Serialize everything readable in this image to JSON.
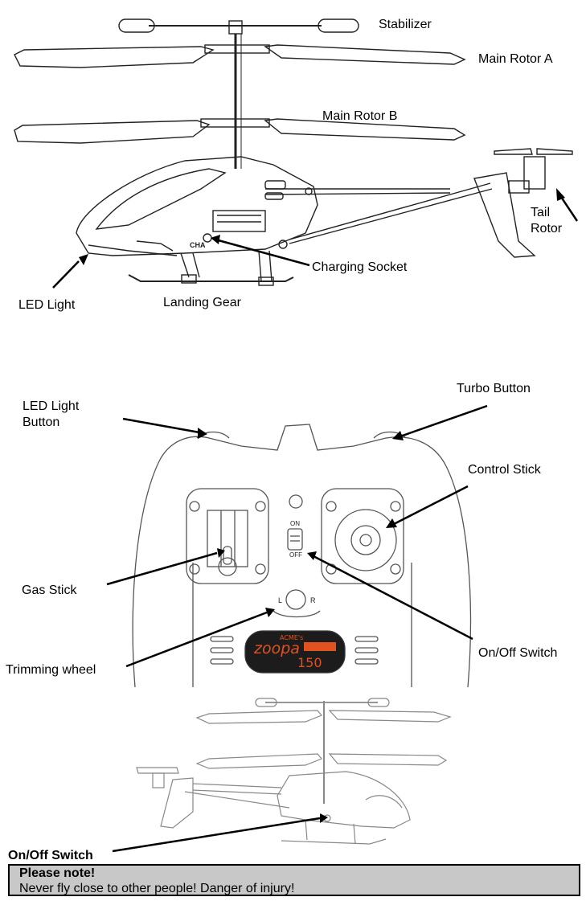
{
  "labels": {
    "stabilizer": "Stabilizer",
    "main_rotor_a": "Main Rotor A",
    "main_rotor_b": "Main Rotor B",
    "tail_rotor": "Tail\nRotor",
    "charging_socket": "Charging Socket",
    "led_light": "LED Light",
    "landing_gear": "Landing Gear",
    "led_light_button": "LED Light\nButton",
    "turbo_button": "Turbo Button",
    "control_stick": "Control Stick",
    "gas_stick": "Gas Stick",
    "on_off_switch": "On/Off Switch",
    "trimming_wheel": "Trimming wheel"
  },
  "controller_markings": {
    "switch_on": "ON",
    "switch_off": "OFF",
    "trim_left": "L",
    "trim_right": "R",
    "socket_label": "CHA",
    "logo_brand": "ACME's",
    "logo_name": "zoopa",
    "logo_number": "150"
  },
  "bottom_caption": "On/Off Switch",
  "note": {
    "title": "Please note!",
    "text": "Never fly close to other people! Danger of injury!"
  },
  "colors": {
    "note_background": "#c8c8c8",
    "logo_orange": "#e0521f",
    "logo_dark": "#1c1c1c"
  }
}
